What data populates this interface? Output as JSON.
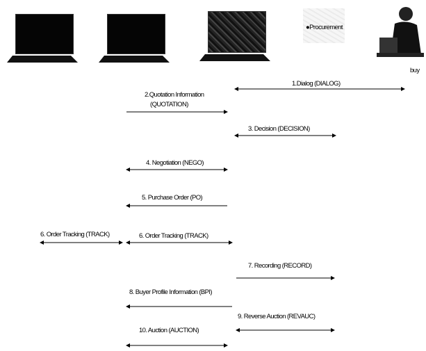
{
  "participants": {
    "eprocurement_label": "●Procurement",
    "buyer_label": "buy"
  },
  "messages": [
    {
      "id": "dialog",
      "label": "1.Dialog (DIALOG)"
    },
    {
      "id": "quotation",
      "label_line1": "2.Quotation Information",
      "label_line2": "(QUOTATION)"
    },
    {
      "id": "decision",
      "label": "3. Decision (DECISION)"
    },
    {
      "id": "nego",
      "label": "4. Negotiation (NEGO)"
    },
    {
      "id": "po",
      "label": "5. Purchase Order (PO)"
    },
    {
      "id": "track_left",
      "label": "6. Order Tracking (TRACK)"
    },
    {
      "id": "track_right",
      "label": "6. Order Tracking (TRACK)"
    },
    {
      "id": "record",
      "label": "7. Recording (RECORD)"
    },
    {
      "id": "bpi",
      "label": "8. Buyer Profile Information (BPI)"
    },
    {
      "id": "revauc",
      "label": "9. Reverse Auction (REVAUC)"
    },
    {
      "id": "auction",
      "label": "10. Auction (AUCTION)"
    }
  ]
}
